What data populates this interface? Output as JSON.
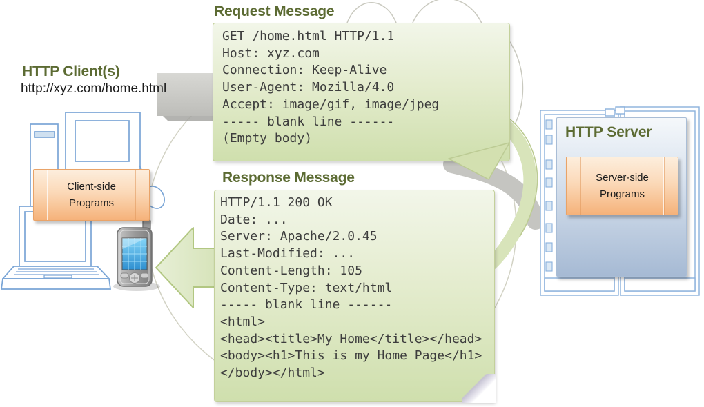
{
  "client": {
    "title": "HTTP Client(s)",
    "url": "http://xyz.com/home.html",
    "programs": "Client-side\nPrograms"
  },
  "server": {
    "title": "HTTP Server",
    "programs": "Server-side\nPrograms"
  },
  "request": {
    "title": "Request Message",
    "lines": [
      "GET /home.html HTTP/1.1",
      "Host: xyz.com",
      "Connection: Keep-Alive",
      "User-Agent: Mozilla/4.0",
      "Accept: image/gif, image/jpeg",
      "----- blank line ------",
      "(Empty body)"
    ]
  },
  "response": {
    "title": "Response Message",
    "lines": [
      "HTTP/1.1 200 OK",
      "Date: ...",
      "Server: Apache/2.0.45",
      "Last-Modified: ...",
      "Content-Length: 105",
      "Content-Type: text/html",
      "----- blank line ------",
      "<html>",
      "<head><title>My Home</title></head>",
      "<body><h1>This is my Home Page</h1>",
      "</body></html>"
    ]
  },
  "colors": {
    "heading_green": "#5c6b33",
    "bubble_green_light": "#f2f6e9",
    "bubble_green_dark": "#cfdfad",
    "bubble_border": "#c3d09b",
    "orange_box": "#f5b27a",
    "panel_blue": "#a6bad4",
    "outline_blue": "#7aa5d6",
    "arrow_green": "#dfe9c6",
    "ribbon_gray": "#c5c5c1"
  }
}
